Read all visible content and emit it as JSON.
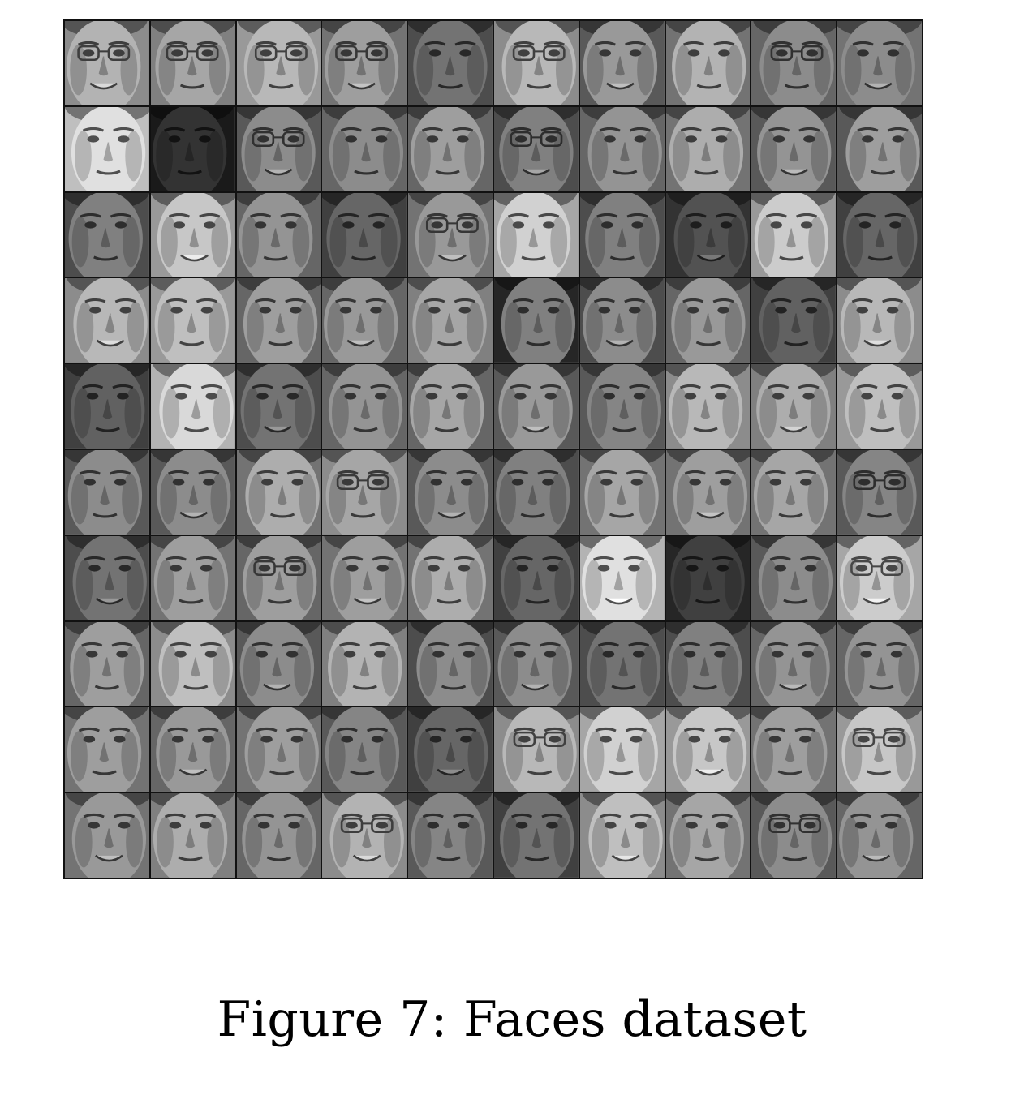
{
  "figure": {
    "caption": "Figure 7: Faces dataset",
    "grid_rows": 10,
    "grid_cols": 10,
    "image_tiles": [
      {
        "tone": 0.55,
        "skin": 0.7,
        "glasses": true
      },
      {
        "tone": 0.5,
        "skin": 0.65,
        "glasses": true
      },
      {
        "tone": 0.6,
        "skin": 0.72,
        "glasses": true
      },
      {
        "tone": 0.45,
        "skin": 0.62,
        "glasses": true
      },
      {
        "tone": 0.3,
        "skin": 0.45,
        "glasses": false
      },
      {
        "tone": 0.55,
        "skin": 0.72,
        "glasses": true
      },
      {
        "tone": 0.35,
        "skin": 0.6,
        "glasses": false
      },
      {
        "tone": 0.45,
        "skin": 0.7,
        "glasses": false
      },
      {
        "tone": 0.4,
        "skin": 0.55,
        "glasses": true
      },
      {
        "tone": 0.45,
        "skin": 0.55,
        "glasses": false
      },
      {
        "tone": 0.75,
        "skin": 0.88,
        "glasses": false
      },
      {
        "tone": 0.1,
        "skin": 0.2,
        "glasses": false
      },
      {
        "tone": 0.35,
        "skin": 0.55,
        "glasses": true
      },
      {
        "tone": 0.4,
        "skin": 0.55,
        "glasses": false
      },
      {
        "tone": 0.4,
        "skin": 0.62,
        "glasses": false
      },
      {
        "tone": 0.3,
        "skin": 0.5,
        "glasses": true
      },
      {
        "tone": 0.4,
        "skin": 0.58,
        "glasses": false
      },
      {
        "tone": 0.45,
        "skin": 0.68,
        "glasses": false
      },
      {
        "tone": 0.35,
        "skin": 0.58,
        "glasses": false
      },
      {
        "tone": 0.35,
        "skin": 0.62,
        "glasses": false
      },
      {
        "tone": 0.3,
        "skin": 0.5,
        "glasses": false
      },
      {
        "tone": 0.6,
        "skin": 0.78,
        "glasses": false
      },
      {
        "tone": 0.4,
        "skin": 0.58,
        "glasses": false
      },
      {
        "tone": 0.25,
        "skin": 0.4,
        "glasses": false
      },
      {
        "tone": 0.45,
        "skin": 0.6,
        "glasses": true
      },
      {
        "tone": 0.65,
        "skin": 0.82,
        "glasses": false
      },
      {
        "tone": 0.3,
        "skin": 0.5,
        "glasses": false
      },
      {
        "tone": 0.2,
        "skin": 0.32,
        "glasses": false
      },
      {
        "tone": 0.6,
        "skin": 0.8,
        "glasses": false
      },
      {
        "tone": 0.25,
        "skin": 0.4,
        "glasses": false
      },
      {
        "tone": 0.55,
        "skin": 0.72,
        "glasses": false
      },
      {
        "tone": 0.6,
        "skin": 0.75,
        "glasses": false
      },
      {
        "tone": 0.4,
        "skin": 0.62,
        "glasses": false
      },
      {
        "tone": 0.4,
        "skin": 0.6,
        "glasses": false
      },
      {
        "tone": 0.5,
        "skin": 0.65,
        "glasses": false
      },
      {
        "tone": 0.15,
        "skin": 0.5,
        "glasses": false
      },
      {
        "tone": 0.3,
        "skin": 0.55,
        "glasses": false
      },
      {
        "tone": 0.4,
        "skin": 0.6,
        "glasses": false
      },
      {
        "tone": 0.25,
        "skin": 0.38,
        "glasses": false
      },
      {
        "tone": 0.55,
        "skin": 0.72,
        "glasses": false
      },
      {
        "tone": 0.25,
        "skin": 0.38,
        "glasses": false
      },
      {
        "tone": 0.7,
        "skin": 0.85,
        "glasses": false
      },
      {
        "tone": 0.3,
        "skin": 0.45,
        "glasses": false
      },
      {
        "tone": 0.4,
        "skin": 0.58,
        "glasses": false
      },
      {
        "tone": 0.4,
        "skin": 0.65,
        "glasses": false
      },
      {
        "tone": 0.35,
        "skin": 0.6,
        "glasses": false
      },
      {
        "tone": 0.35,
        "skin": 0.52,
        "glasses": false
      },
      {
        "tone": 0.55,
        "skin": 0.72,
        "glasses": false
      },
      {
        "tone": 0.5,
        "skin": 0.68,
        "glasses": false
      },
      {
        "tone": 0.6,
        "skin": 0.75,
        "glasses": false
      },
      {
        "tone": 0.35,
        "skin": 0.55,
        "glasses": false
      },
      {
        "tone": 0.35,
        "skin": 0.55,
        "glasses": false
      },
      {
        "tone": 0.45,
        "skin": 0.68,
        "glasses": false
      },
      {
        "tone": 0.55,
        "skin": 0.65,
        "glasses": true
      },
      {
        "tone": 0.35,
        "skin": 0.55,
        "glasses": false
      },
      {
        "tone": 0.3,
        "skin": 0.5,
        "glasses": false
      },
      {
        "tone": 0.45,
        "skin": 0.65,
        "glasses": false
      },
      {
        "tone": 0.45,
        "skin": 0.62,
        "glasses": false
      },
      {
        "tone": 0.45,
        "skin": 0.65,
        "glasses": false
      },
      {
        "tone": 0.35,
        "skin": 0.52,
        "glasses": true
      },
      {
        "tone": 0.3,
        "skin": 0.45,
        "glasses": false
      },
      {
        "tone": 0.45,
        "skin": 0.62,
        "glasses": false
      },
      {
        "tone": 0.4,
        "skin": 0.62,
        "glasses": true
      },
      {
        "tone": 0.45,
        "skin": 0.62,
        "glasses": false
      },
      {
        "tone": 0.45,
        "skin": 0.68,
        "glasses": false
      },
      {
        "tone": 0.25,
        "skin": 0.4,
        "glasses": false
      },
      {
        "tone": 0.7,
        "skin": 0.88,
        "glasses": false
      },
      {
        "tone": 0.15,
        "skin": 0.25,
        "glasses": false
      },
      {
        "tone": 0.35,
        "skin": 0.55,
        "glasses": false
      },
      {
        "tone": 0.65,
        "skin": 0.8,
        "glasses": true
      },
      {
        "tone": 0.4,
        "skin": 0.62,
        "glasses": false
      },
      {
        "tone": 0.55,
        "skin": 0.75,
        "glasses": false
      },
      {
        "tone": 0.35,
        "skin": 0.55,
        "glasses": false
      },
      {
        "tone": 0.5,
        "skin": 0.7,
        "glasses": false
      },
      {
        "tone": 0.3,
        "skin": 0.55,
        "glasses": false
      },
      {
        "tone": 0.35,
        "skin": 0.55,
        "glasses": false
      },
      {
        "tone": 0.3,
        "skin": 0.45,
        "glasses": false
      },
      {
        "tone": 0.3,
        "skin": 0.5,
        "glasses": false
      },
      {
        "tone": 0.4,
        "skin": 0.58,
        "glasses": false
      },
      {
        "tone": 0.4,
        "skin": 0.58,
        "glasses": false
      },
      {
        "tone": 0.45,
        "skin": 0.62,
        "glasses": false
      },
      {
        "tone": 0.4,
        "skin": 0.6,
        "glasses": false
      },
      {
        "tone": 0.45,
        "skin": 0.62,
        "glasses": false
      },
      {
        "tone": 0.35,
        "skin": 0.52,
        "glasses": false
      },
      {
        "tone": 0.25,
        "skin": 0.4,
        "glasses": false
      },
      {
        "tone": 0.55,
        "skin": 0.72,
        "glasses": true
      },
      {
        "tone": 0.65,
        "skin": 0.82,
        "glasses": false
      },
      {
        "tone": 0.6,
        "skin": 0.78,
        "glasses": false
      },
      {
        "tone": 0.45,
        "skin": 0.62,
        "glasses": false
      },
      {
        "tone": 0.6,
        "skin": 0.78,
        "glasses": true
      },
      {
        "tone": 0.45,
        "skin": 0.6,
        "glasses": false
      },
      {
        "tone": 0.5,
        "skin": 0.68,
        "glasses": false
      },
      {
        "tone": 0.4,
        "skin": 0.58,
        "glasses": false
      },
      {
        "tone": 0.55,
        "skin": 0.7,
        "glasses": true
      },
      {
        "tone": 0.35,
        "skin": 0.52,
        "glasses": false
      },
      {
        "tone": 0.25,
        "skin": 0.45,
        "glasses": false
      },
      {
        "tone": 0.55,
        "skin": 0.75,
        "glasses": false
      },
      {
        "tone": 0.45,
        "skin": 0.65,
        "glasses": false
      },
      {
        "tone": 0.35,
        "skin": 0.55,
        "glasses": true
      },
      {
        "tone": 0.4,
        "skin": 0.58,
        "glasses": false
      }
    ]
  }
}
